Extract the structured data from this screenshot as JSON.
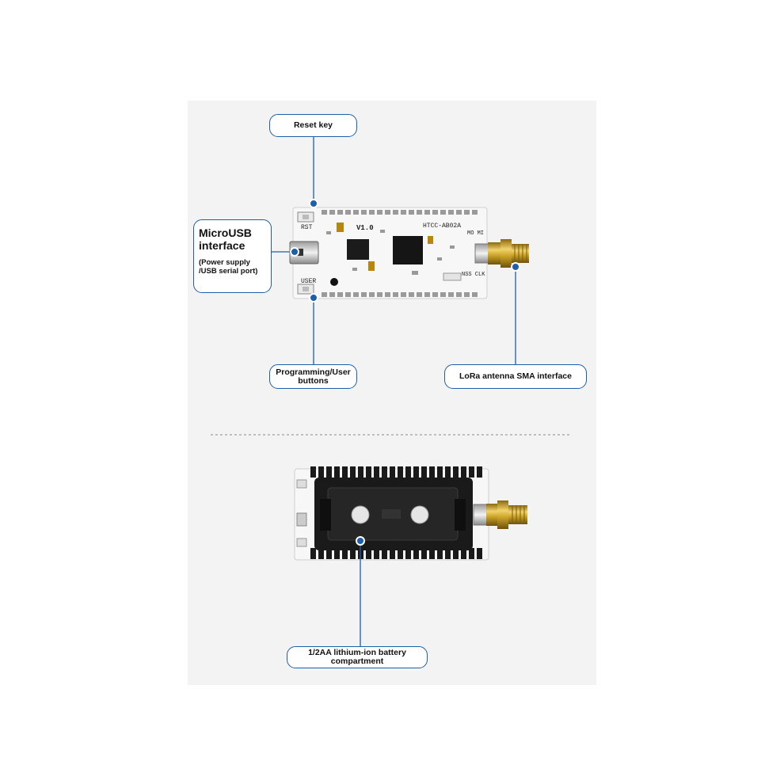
{
  "board": {
    "silkscreen": {
      "version": "V1.0",
      "model": "HTCC-AB02A",
      "rst": "RST",
      "user": "USER",
      "mo_mi": "MO MI",
      "nss_clk": "NSS CLK"
    }
  },
  "callouts": {
    "reset": "Reset key",
    "usb_title": "MicroUSB interface",
    "usb_detail": "(Power supply /USB serial port)",
    "programming": "Programming/User buttons",
    "lora": "LoRa antenna SMA interface",
    "battery": "1/2AA lithium-ion battery compartment"
  },
  "colors": {
    "accent": "#1f5ea8",
    "panel": "#f3f3f3",
    "pcb": "#f7f7f7",
    "header_black": "#1a1a1a",
    "sma_gold": "#c9a227"
  }
}
